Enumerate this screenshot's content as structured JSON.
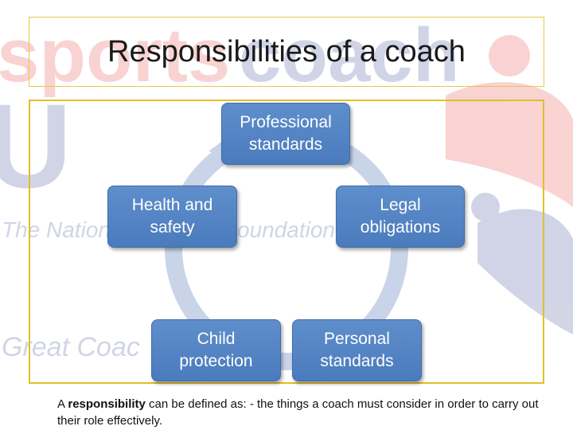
{
  "title": "Responsibilities of a coach",
  "diagram": {
    "nodes": {
      "professional": "Professional\nstandards",
      "health": "Health and\nsafety",
      "legal": "Legal\nobligations",
      "child": "Child\nprotection",
      "personal": "Personal\nstandards"
    }
  },
  "caption": {
    "prefix": "A ",
    "term": "responsibility",
    "rest": " can be defined as: - the things a coach must consider in order to carry out their role effectively."
  },
  "background_logo": {
    "brand_left": "sports",
    "brand_right": "coach",
    "letter": "U",
    "line1_a": "The Nation",
    "line1_b": "oundation",
    "line2": "Great Coac"
  },
  "colors": {
    "node_fill": "#4f7fc0",
    "frame": "#e1bf2a",
    "cycle_arrow": "#c9d4e8"
  }
}
